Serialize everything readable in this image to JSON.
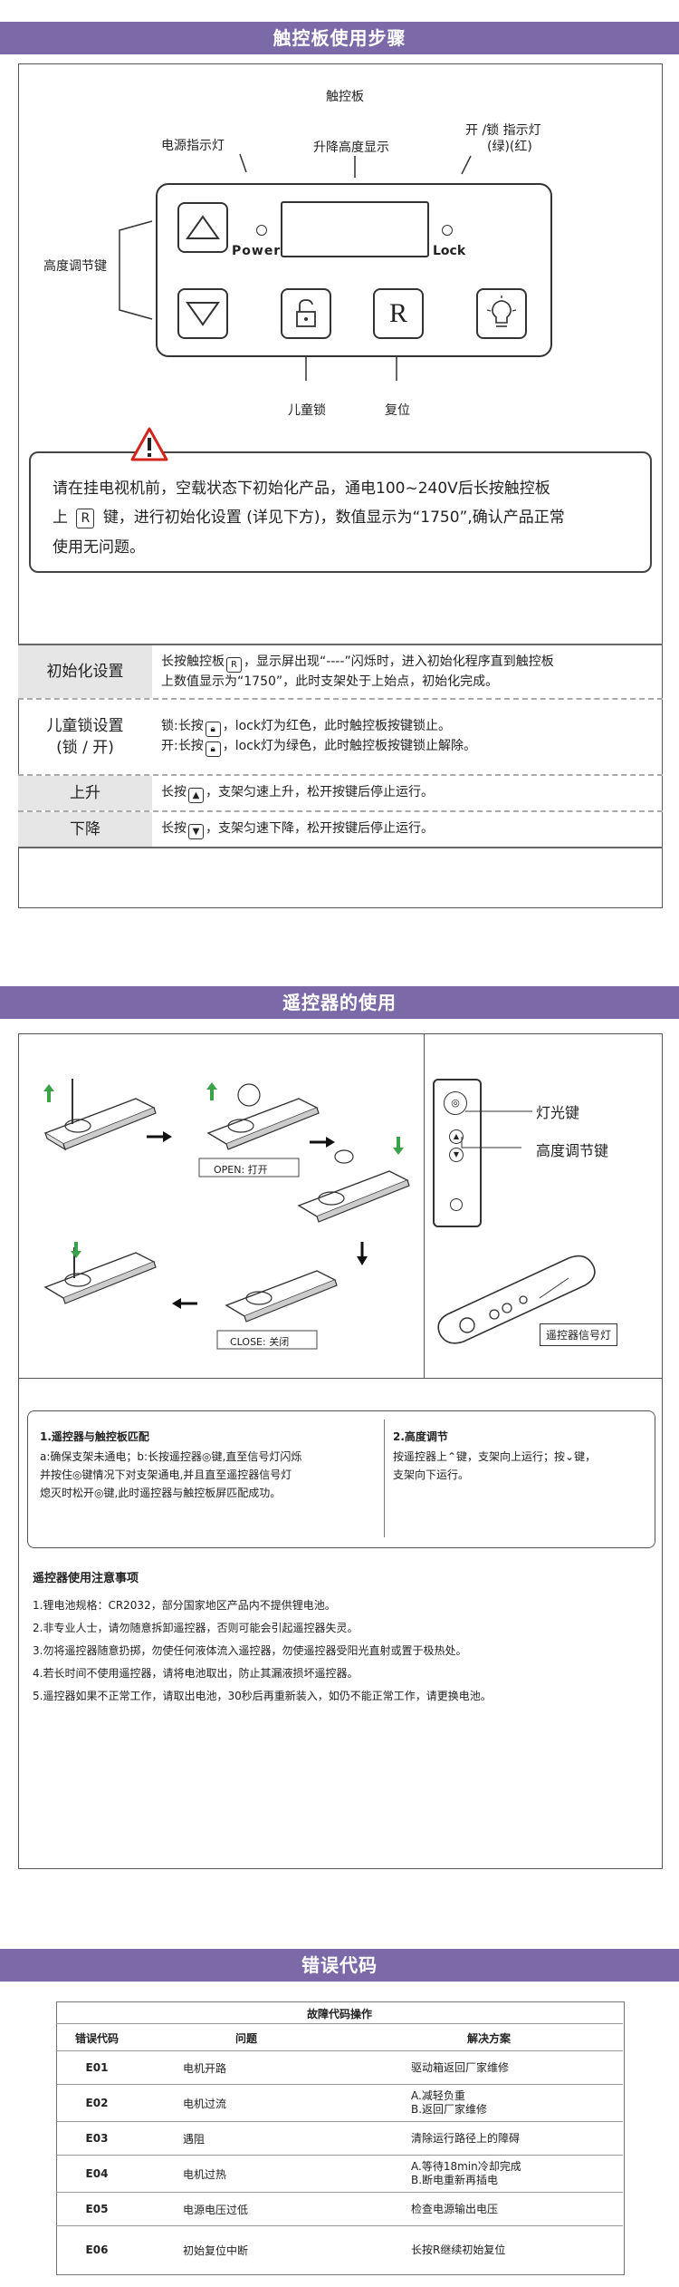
{
  "section1": {
    "title": "触控板使用步骤",
    "panel_title": "触控板",
    "label_power": "电源指示灯",
    "label_height_display": "升降高度显示",
    "label_lock_indicator_line1": "开 /锁 指示灯",
    "label_lock_indicator_line2": "(绿)(红)",
    "label_height_keys": "高度调节键",
    "label_child_lock": "儿童锁",
    "label_reset": "复位",
    "panel_power_text": "Power",
    "panel_lock_text": "Lock",
    "reset_key_text": "R",
    "warning_line1": "请在挂电视机前，空载状态下初始化产品，通电100~240V后长按触控板",
    "warning_line2_pre": "上",
    "warning_line2_key": "R",
    "warning_line2_post": "键，进行初始化设置 (详见下方)，数值显示为“1750”,确认产品正常",
    "warning_line3": "使用无问题。",
    "table": [
      {
        "label": "初始化设置",
        "line1_pre": "长按触控板",
        "line1_key": "R",
        "line1_post": "，显示屏出现“----”闪烁时，进入初始化程序直到触控板",
        "line2": "上数值显示为“1750”，此时支架处于上始点，初始化完成。"
      },
      {
        "label_line1": "儿童锁设置",
        "label_line2": "(锁 / 开)",
        "line1_pre": "锁:长按",
        "line1_post": "，lock灯为红色，此时触控板按键锁止。",
        "line2_pre": "开:长按",
        "line2_post": "，lock灯为绿色，此时触控板按键锁止解除。"
      },
      {
        "label": "上升",
        "line1_pre": "长按",
        "line1_post": "，支架匀速上升，松开按键后停止运行。"
      },
      {
        "label": "下降",
        "line1_pre": "长按",
        "line1_post": "，支架匀速下降，松开按键后停止运行。"
      }
    ]
  },
  "section2": {
    "title": "遥控器的使用",
    "open_label": "OPEN: 打开",
    "close_label": "CLOSE: 关闭",
    "light_key_label": "灯光键",
    "height_key_label": "高度调节键",
    "signal_light_label": "遥控器信号灯",
    "pairing_title": "1.遥控器与触控板匹配",
    "pairing_lines": [
      "a:确保支架未通电；b:长按遥控器◎键,直至信号灯闪烁",
      "并按住◎键情况下对支架通电,并且直至遥控器信号灯",
      "熄灭时松开◎键,此时遥控器与触控板屏匹配成功。"
    ],
    "height_title": "2.高度调节",
    "height_lines": [
      "按遥控器上⌃键，支架向上运行；按⌄键，",
      "支架向下运行。"
    ],
    "notes_title": "遥控器使用注意事项",
    "notes": [
      "1.锂电池规格：CR2032，部分国家地区产品内不提供锂电池。",
      "2.非专业人士，请勿随意拆卸遥控器，否则可能会引起遥控器失灵。",
      "3.勿将遥控器随意扔掷，勿使任何液体流入遥控器，勿使遥控器受阳光直射或置于极热处。",
      "4.若长时间不使用遥控器，请将电池取出，防止其漏液损坏遥控器。",
      "5.遥控器如果不正常工作，请取出电池，30秒后再重新装入，如仍不能正常工作，请更换电池。"
    ]
  },
  "section3": {
    "title": "错误代码",
    "table_title": "故障代码操作",
    "headers": [
      "错误代码",
      "问题",
      "解决方案"
    ],
    "rows": [
      {
        "code": "E01",
        "problem": "电机开路",
        "solution1": "驱动箱返回厂家维修",
        "solution2": ""
      },
      {
        "code": "E02",
        "problem": "电机过流",
        "solution1": "A.减轻负重",
        "solution2": "B.返回厂家维修"
      },
      {
        "code": "E03",
        "problem": "遇阻",
        "solution1": "清除运行路径上的障碍",
        "solution2": ""
      },
      {
        "code": "E04",
        "problem": "电机过热",
        "solution1": "A.等待18min冷却完成",
        "solution2": "B.断电重新再插电"
      },
      {
        "code": "E05",
        "problem": "电源电压过低",
        "solution1": "检查电源输出电压",
        "solution2": ""
      },
      {
        "code": "E06",
        "problem": "初始复位中断",
        "solution1": "长按R继续初始复位",
        "solution2": ""
      }
    ]
  },
  "colors": {
    "banner": "#7c6aa8",
    "table_shade": "#e6e6e6"
  }
}
